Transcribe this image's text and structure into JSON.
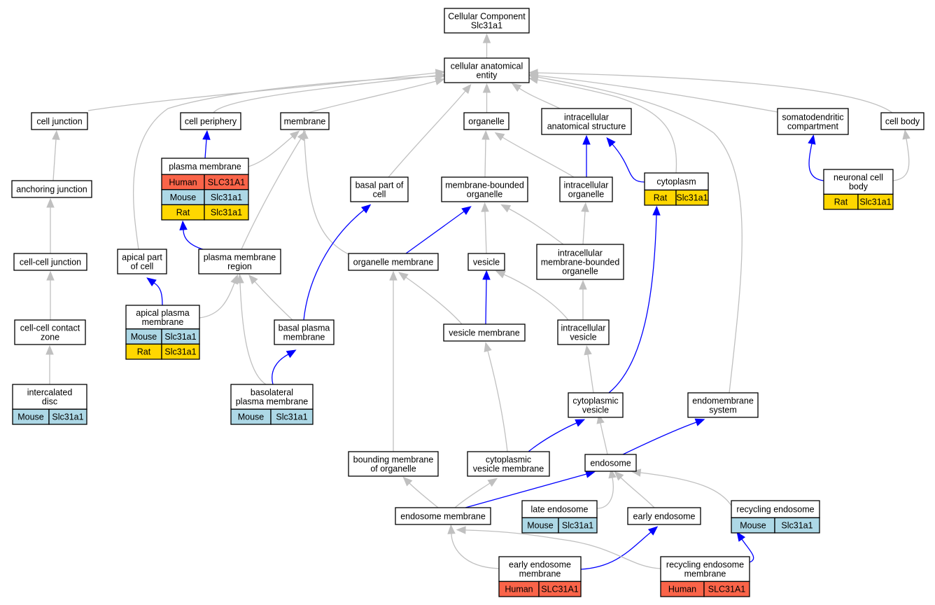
{
  "colors": {
    "human": "#fa6449",
    "mouse": "#add8e6",
    "rat": "#ffd700",
    "is_a_edge": "#c0c0c0",
    "part_of_edge": "#0000ff"
  },
  "nodes": {
    "cc_root": {
      "lines": [
        "Cellular Component",
        "Slc31a1"
      ]
    },
    "cae": {
      "lines": [
        "cellular anatomical",
        "entity"
      ]
    },
    "cell_junction": {
      "lines": [
        "cell junction"
      ]
    },
    "cell_periphery": {
      "lines": [
        "cell periphery"
      ]
    },
    "membrane": {
      "lines": [
        "membrane"
      ]
    },
    "organelle": {
      "lines": [
        "organelle"
      ]
    },
    "intracellular_as": {
      "lines": [
        "intracellular",
        "anatomical structure"
      ]
    },
    "somatodendritic": {
      "lines": [
        "somatodendritic",
        "compartment"
      ]
    },
    "cell_body": {
      "lines": [
        "cell body"
      ]
    },
    "plasma_membrane": {
      "lines": [
        "plasma membrane"
      ],
      "orthologs": [
        [
          "Human",
          "SLC31A1"
        ],
        [
          "Mouse",
          "Slc31a1"
        ],
        [
          "Rat",
          "Slc31a1"
        ]
      ]
    },
    "anchoring_junction": {
      "lines": [
        "anchoring junction"
      ]
    },
    "basal_part": {
      "lines": [
        "basal part of",
        "cell"
      ]
    },
    "mbo": {
      "lines": [
        "membrane-bounded",
        "organelle"
      ]
    },
    "intracellular_org": {
      "lines": [
        "intracellular",
        "organelle"
      ]
    },
    "cytoplasm": {
      "lines": [
        "cytoplasm"
      ],
      "orthologs": [
        [
          "Rat",
          "Slc31a1"
        ]
      ]
    },
    "neuronal_cell_body": {
      "lines": [
        "neuronal cell",
        "body"
      ],
      "orthologs": [
        [
          "Rat",
          "Slc31a1"
        ]
      ]
    },
    "cc_junction": {
      "lines": [
        "cell-cell junction"
      ]
    },
    "apical_part": {
      "lines": [
        "apical part",
        "of cell"
      ]
    },
    "pm_region": {
      "lines": [
        "plasma membrane",
        "region"
      ]
    },
    "organelle_membrane": {
      "lines": [
        "organelle membrane"
      ]
    },
    "vesicle": {
      "lines": [
        "vesicle"
      ]
    },
    "imbo": {
      "lines": [
        "intracellular",
        "membrane-bounded",
        "organelle"
      ]
    },
    "apical_pm": {
      "lines": [
        "apical plasma",
        "membrane"
      ],
      "orthologs": [
        [
          "Mouse",
          "Slc31a1"
        ],
        [
          "Rat",
          "Slc31a1"
        ]
      ]
    },
    "ccc_zone": {
      "lines": [
        "cell-cell contact",
        "zone"
      ]
    },
    "basal_pm": {
      "lines": [
        "basal plasma",
        "membrane"
      ]
    },
    "vesicle_membrane": {
      "lines": [
        "vesicle membrane"
      ]
    },
    "intracellular_vesicle": {
      "lines": [
        "intracellular",
        "vesicle"
      ]
    },
    "intercalated_disc": {
      "lines": [
        "intercalated",
        "disc"
      ],
      "orthologs": [
        [
          "Mouse",
          "Slc31a1"
        ]
      ]
    },
    "basolateral_pm": {
      "lines": [
        "basolateral",
        "plasma membrane"
      ],
      "orthologs": [
        [
          "Mouse",
          "Slc31a1"
        ]
      ]
    },
    "cyto_vesicle": {
      "lines": [
        "cytoplasmic",
        "vesicle"
      ]
    },
    "endomembrane": {
      "lines": [
        "endomembrane",
        "system"
      ]
    },
    "bounding_membrane": {
      "lines": [
        "bounding membrane",
        "of organelle"
      ]
    },
    "cyto_vesicle_membrane": {
      "lines": [
        "cytoplasmic",
        "vesicle membrane"
      ]
    },
    "endosome": {
      "lines": [
        "endosome"
      ]
    },
    "late_endosome": {
      "lines": [
        "late endosome"
      ],
      "orthologs": [
        [
          "Mouse",
          "Slc31a1"
        ]
      ]
    },
    "recycling_endosome": {
      "lines": [
        "recycling endosome"
      ],
      "orthologs": [
        [
          "Mouse",
          "Slc31a1"
        ]
      ]
    },
    "endosome_membrane": {
      "lines": [
        "endosome membrane"
      ]
    },
    "early_endosome": {
      "lines": [
        "early endosome"
      ]
    },
    "early_endosome_membrane": {
      "lines": [
        "early endosome",
        "membrane"
      ],
      "orthologs": [
        [
          "Human",
          "SLC31A1"
        ]
      ]
    },
    "recycling_endosome_membrane": {
      "lines": [
        "recycling endosome",
        "membrane"
      ],
      "orthologs": [
        [
          "Human",
          "SLC31A1"
        ]
      ]
    }
  },
  "edges": [
    {
      "from": "cae",
      "to": "cc_root",
      "kind": "is_a"
    },
    {
      "from": "cell_junction",
      "to": "cae",
      "kind": "is_a"
    },
    {
      "from": "cell_periphery",
      "to": "cae",
      "kind": "is_a"
    },
    {
      "from": "membrane",
      "to": "cae",
      "kind": "is_a"
    },
    {
      "from": "organelle",
      "to": "cae",
      "kind": "is_a"
    },
    {
      "from": "intracellular_as",
      "to": "cae",
      "kind": "is_a"
    },
    {
      "from": "somatodendritic",
      "to": "cae",
      "kind": "is_a"
    },
    {
      "from": "cell_body",
      "to": "cae",
      "kind": "is_a"
    },
    {
      "from": "apical_part",
      "to": "cae",
      "kind": "is_a"
    },
    {
      "from": "basal_part",
      "to": "cae",
      "kind": "is_a"
    },
    {
      "from": "cytoplasm",
      "to": "cae",
      "kind": "is_a"
    },
    {
      "from": "endomembrane",
      "to": "cae",
      "kind": "is_a"
    },
    {
      "from": "plasma_membrane",
      "to": "cell_periphery",
      "kind": "part_of"
    },
    {
      "from": "plasma_membrane",
      "to": "membrane",
      "kind": "is_a"
    },
    {
      "from": "anchoring_junction",
      "to": "cell_junction",
      "kind": "is_a"
    },
    {
      "from": "cc_junction",
      "to": "anchoring_junction",
      "kind": "is_a"
    },
    {
      "from": "ccc_zone",
      "to": "cc_junction",
      "kind": "is_a"
    },
    {
      "from": "intercalated_disc",
      "to": "ccc_zone",
      "kind": "is_a"
    },
    {
      "from": "mbo",
      "to": "organelle",
      "kind": "is_a"
    },
    {
      "from": "intracellular_org",
      "to": "organelle",
      "kind": "is_a"
    },
    {
      "from": "intracellular_org",
      "to": "intracellular_as",
      "kind": "part_of"
    },
    {
      "from": "cytoplasm",
      "to": "intracellular_as",
      "kind": "part_of"
    },
    {
      "from": "neuronal_cell_body",
      "to": "somatodendritic",
      "kind": "part_of"
    },
    {
      "from": "neuronal_cell_body",
      "to": "cell_body",
      "kind": "is_a"
    },
    {
      "from": "pm_region",
      "to": "plasma_membrane",
      "kind": "part_of"
    },
    {
      "from": "pm_region",
      "to": "membrane",
      "kind": "is_a"
    },
    {
      "from": "organelle_membrane",
      "to": "membrane",
      "kind": "is_a"
    },
    {
      "from": "organelle_membrane",
      "to": "mbo",
      "kind": "part_of"
    },
    {
      "from": "vesicle",
      "to": "mbo",
      "kind": "is_a"
    },
    {
      "from": "imbo",
      "to": "mbo",
      "kind": "is_a"
    },
    {
      "from": "imbo",
      "to": "intracellular_org",
      "kind": "is_a"
    },
    {
      "from": "apical_pm",
      "to": "apical_part",
      "kind": "part_of"
    },
    {
      "from": "apical_pm",
      "to": "pm_region",
      "kind": "is_a"
    },
    {
      "from": "basal_pm",
      "to": "pm_region",
      "kind": "is_a"
    },
    {
      "from": "basal_pm",
      "to": "basal_part",
      "kind": "part_of"
    },
    {
      "from": "basolateral_pm",
      "to": "pm_region",
      "kind": "is_a"
    },
    {
      "from": "basolateral_pm",
      "to": "basal_pm",
      "kind": "part_of"
    },
    {
      "from": "vesicle_membrane",
      "to": "vesicle",
      "kind": "part_of"
    },
    {
      "from": "vesicle_membrane",
      "to": "organelle_membrane",
      "kind": "is_a"
    },
    {
      "from": "intracellular_vesicle",
      "to": "vesicle",
      "kind": "is_a"
    },
    {
      "from": "intracellular_vesicle",
      "to": "imbo",
      "kind": "is_a"
    },
    {
      "from": "cyto_vesicle",
      "to": "intracellular_vesicle",
      "kind": "is_a"
    },
    {
      "from": "cyto_vesicle",
      "to": "cytoplasm",
      "kind": "part_of"
    },
    {
      "from": "bounding_membrane",
      "to": "organelle_membrane",
      "kind": "is_a"
    },
    {
      "from": "cyto_vesicle_membrane",
      "to": "vesicle_membrane",
      "kind": "is_a"
    },
    {
      "from": "cyto_vesicle_membrane",
      "to": "cyto_vesicle",
      "kind": "part_of"
    },
    {
      "from": "endosome",
      "to": "cyto_vesicle",
      "kind": "is_a"
    },
    {
      "from": "endosome",
      "to": "endomembrane",
      "kind": "part_of"
    },
    {
      "from": "late_endosome",
      "to": "endosome",
      "kind": "is_a"
    },
    {
      "from": "early_endosome",
      "to": "endosome",
      "kind": "is_a"
    },
    {
      "from": "recycling_endosome",
      "to": "endosome",
      "kind": "is_a"
    },
    {
      "from": "endosome_membrane",
      "to": "bounding_membrane",
      "kind": "is_a"
    },
    {
      "from": "endosome_membrane",
      "to": "cyto_vesicle_membrane",
      "kind": "is_a"
    },
    {
      "from": "endosome_membrane",
      "to": "endosome",
      "kind": "part_of"
    },
    {
      "from": "early_endosome_membrane",
      "to": "endosome_membrane",
      "kind": "is_a"
    },
    {
      "from": "early_endosome_membrane",
      "to": "early_endosome",
      "kind": "part_of"
    },
    {
      "from": "recycling_endosome_membrane",
      "to": "endosome_membrane",
      "kind": "is_a"
    },
    {
      "from": "recycling_endosome_membrane",
      "to": "recycling_endosome",
      "kind": "part_of"
    }
  ]
}
